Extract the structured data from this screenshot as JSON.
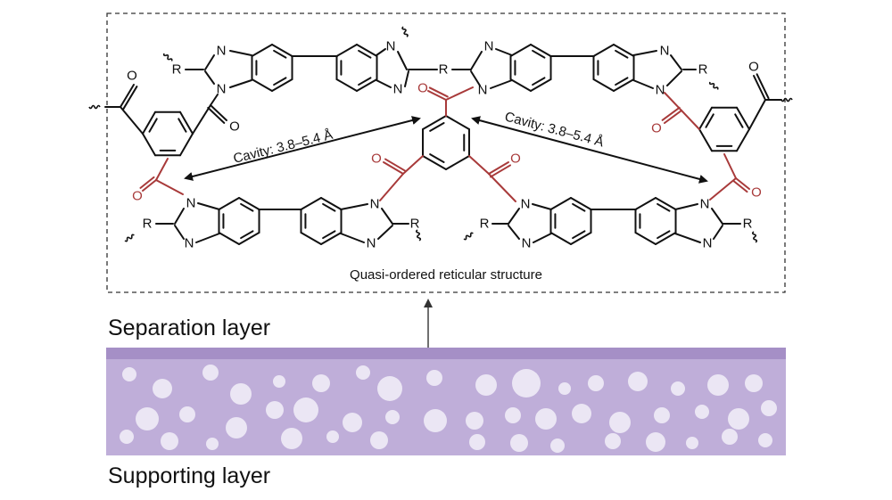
{
  "diagram": {
    "cavity_label_left": "Cavity: 3.8–5.4 Å",
    "cavity_label_right": "Cavity: 3.8–5.4 Å",
    "structure_caption": "Quasi-ordered reticular structure",
    "separation_layer_label": "Separation layer",
    "supporting_layer_label": "Supporting layer",
    "atoms": {
      "nitrogen": "N",
      "oxygen": "O",
      "substituent": "R"
    },
    "colors": {
      "bond": "#111111",
      "linker": "#a83a3a",
      "separation_layer": "#a58fc6",
      "support_layer": "#bfaed9",
      "pore": "#ebe6f4",
      "dashed_frame": "#333333"
    }
  }
}
